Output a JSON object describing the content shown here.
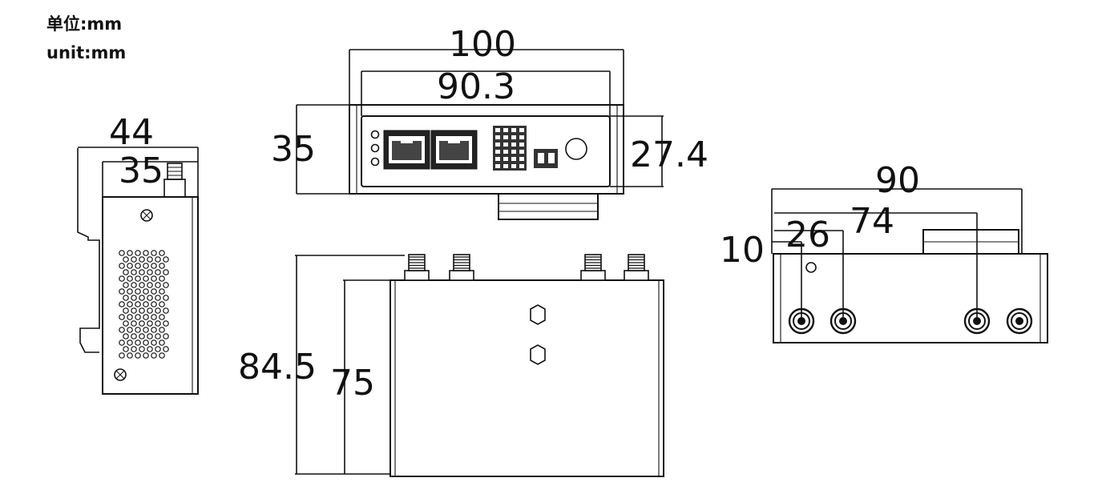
{
  "units": {
    "chinese": "单位:mm",
    "english": "unit:mm"
  },
  "dimensions": {
    "side_total_width": "44",
    "side_body_width": "35",
    "front_total_width": "100",
    "front_inner_width": "90.3",
    "front_height": "35",
    "front_panel_height": "27.4",
    "top_total_depth": "84.5",
    "top_body_depth": "75",
    "rear_total_width": "90",
    "rear_span_outer": "74",
    "rear_span_inner": "26",
    "rear_offset": "10"
  }
}
